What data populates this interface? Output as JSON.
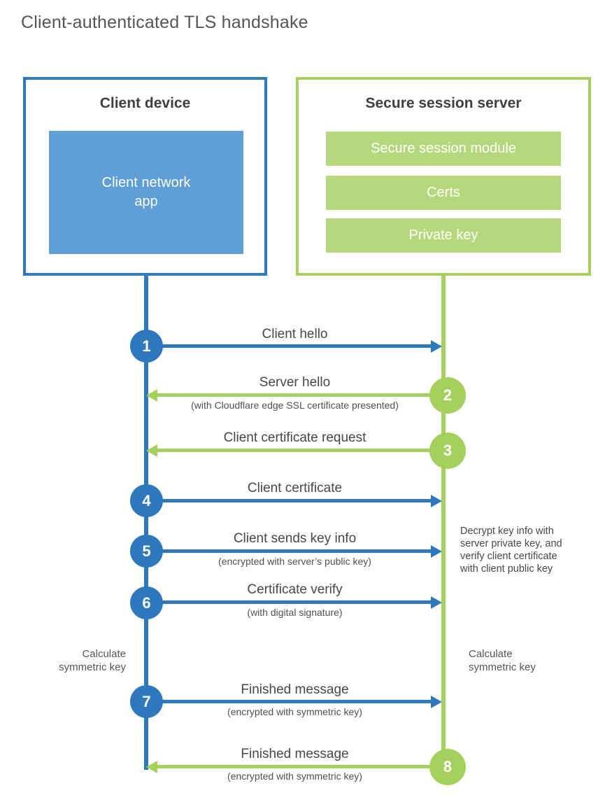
{
  "title": "Client-authenticated TLS handshake",
  "client_box": {
    "header": "Client device",
    "app": "Client network app"
  },
  "server_box": {
    "header": "Secure session server",
    "modules": [
      "Secure session module",
      "Certs",
      "Private key"
    ]
  },
  "steps": [
    {
      "num": "1",
      "label": "Client hello",
      "sub": "",
      "direction": "right",
      "color": "blue"
    },
    {
      "num": "2",
      "label": "Server hello",
      "sub": "(with Cloudflare edge SSL certificate presented)",
      "direction": "left",
      "color": "green"
    },
    {
      "num": "3",
      "label": "Client certificate request",
      "sub": "",
      "direction": "left",
      "color": "green"
    },
    {
      "num": "4",
      "label": "Client certificate",
      "sub": "",
      "direction": "right",
      "color": "blue"
    },
    {
      "num": "5",
      "label": "Client sends key info",
      "sub": "(encrypted with server’s public key)",
      "direction": "right",
      "color": "blue"
    },
    {
      "num": "6",
      "label": "Certificate verify",
      "sub": "(with digital signature)",
      "direction": "right",
      "color": "blue"
    },
    {
      "num": "7",
      "label": "Finished message",
      "sub": "(encrypted with symmetric key)",
      "direction": "right",
      "color": "blue"
    },
    {
      "num": "8",
      "label": "Finished message",
      "sub": "(encrypted with symmetric key)",
      "direction": "left",
      "color": "green"
    }
  ],
  "notes": {
    "decrypt": {
      "lines": [
        "Decrypt key info with",
        "server private key, and",
        "verify client certificate",
        "with client public key"
      ]
    },
    "calc_left": {
      "lines": [
        "Calculate",
        "symmetric key"
      ]
    },
    "calc_right": {
      "lines": [
        "Calculate",
        "symmetric key"
      ]
    }
  },
  "colors": {
    "blue": "#2e78bd",
    "blue_fill": "#5f9ed6",
    "green": "#a5d05c",
    "green_fill": "#b6d87c"
  }
}
